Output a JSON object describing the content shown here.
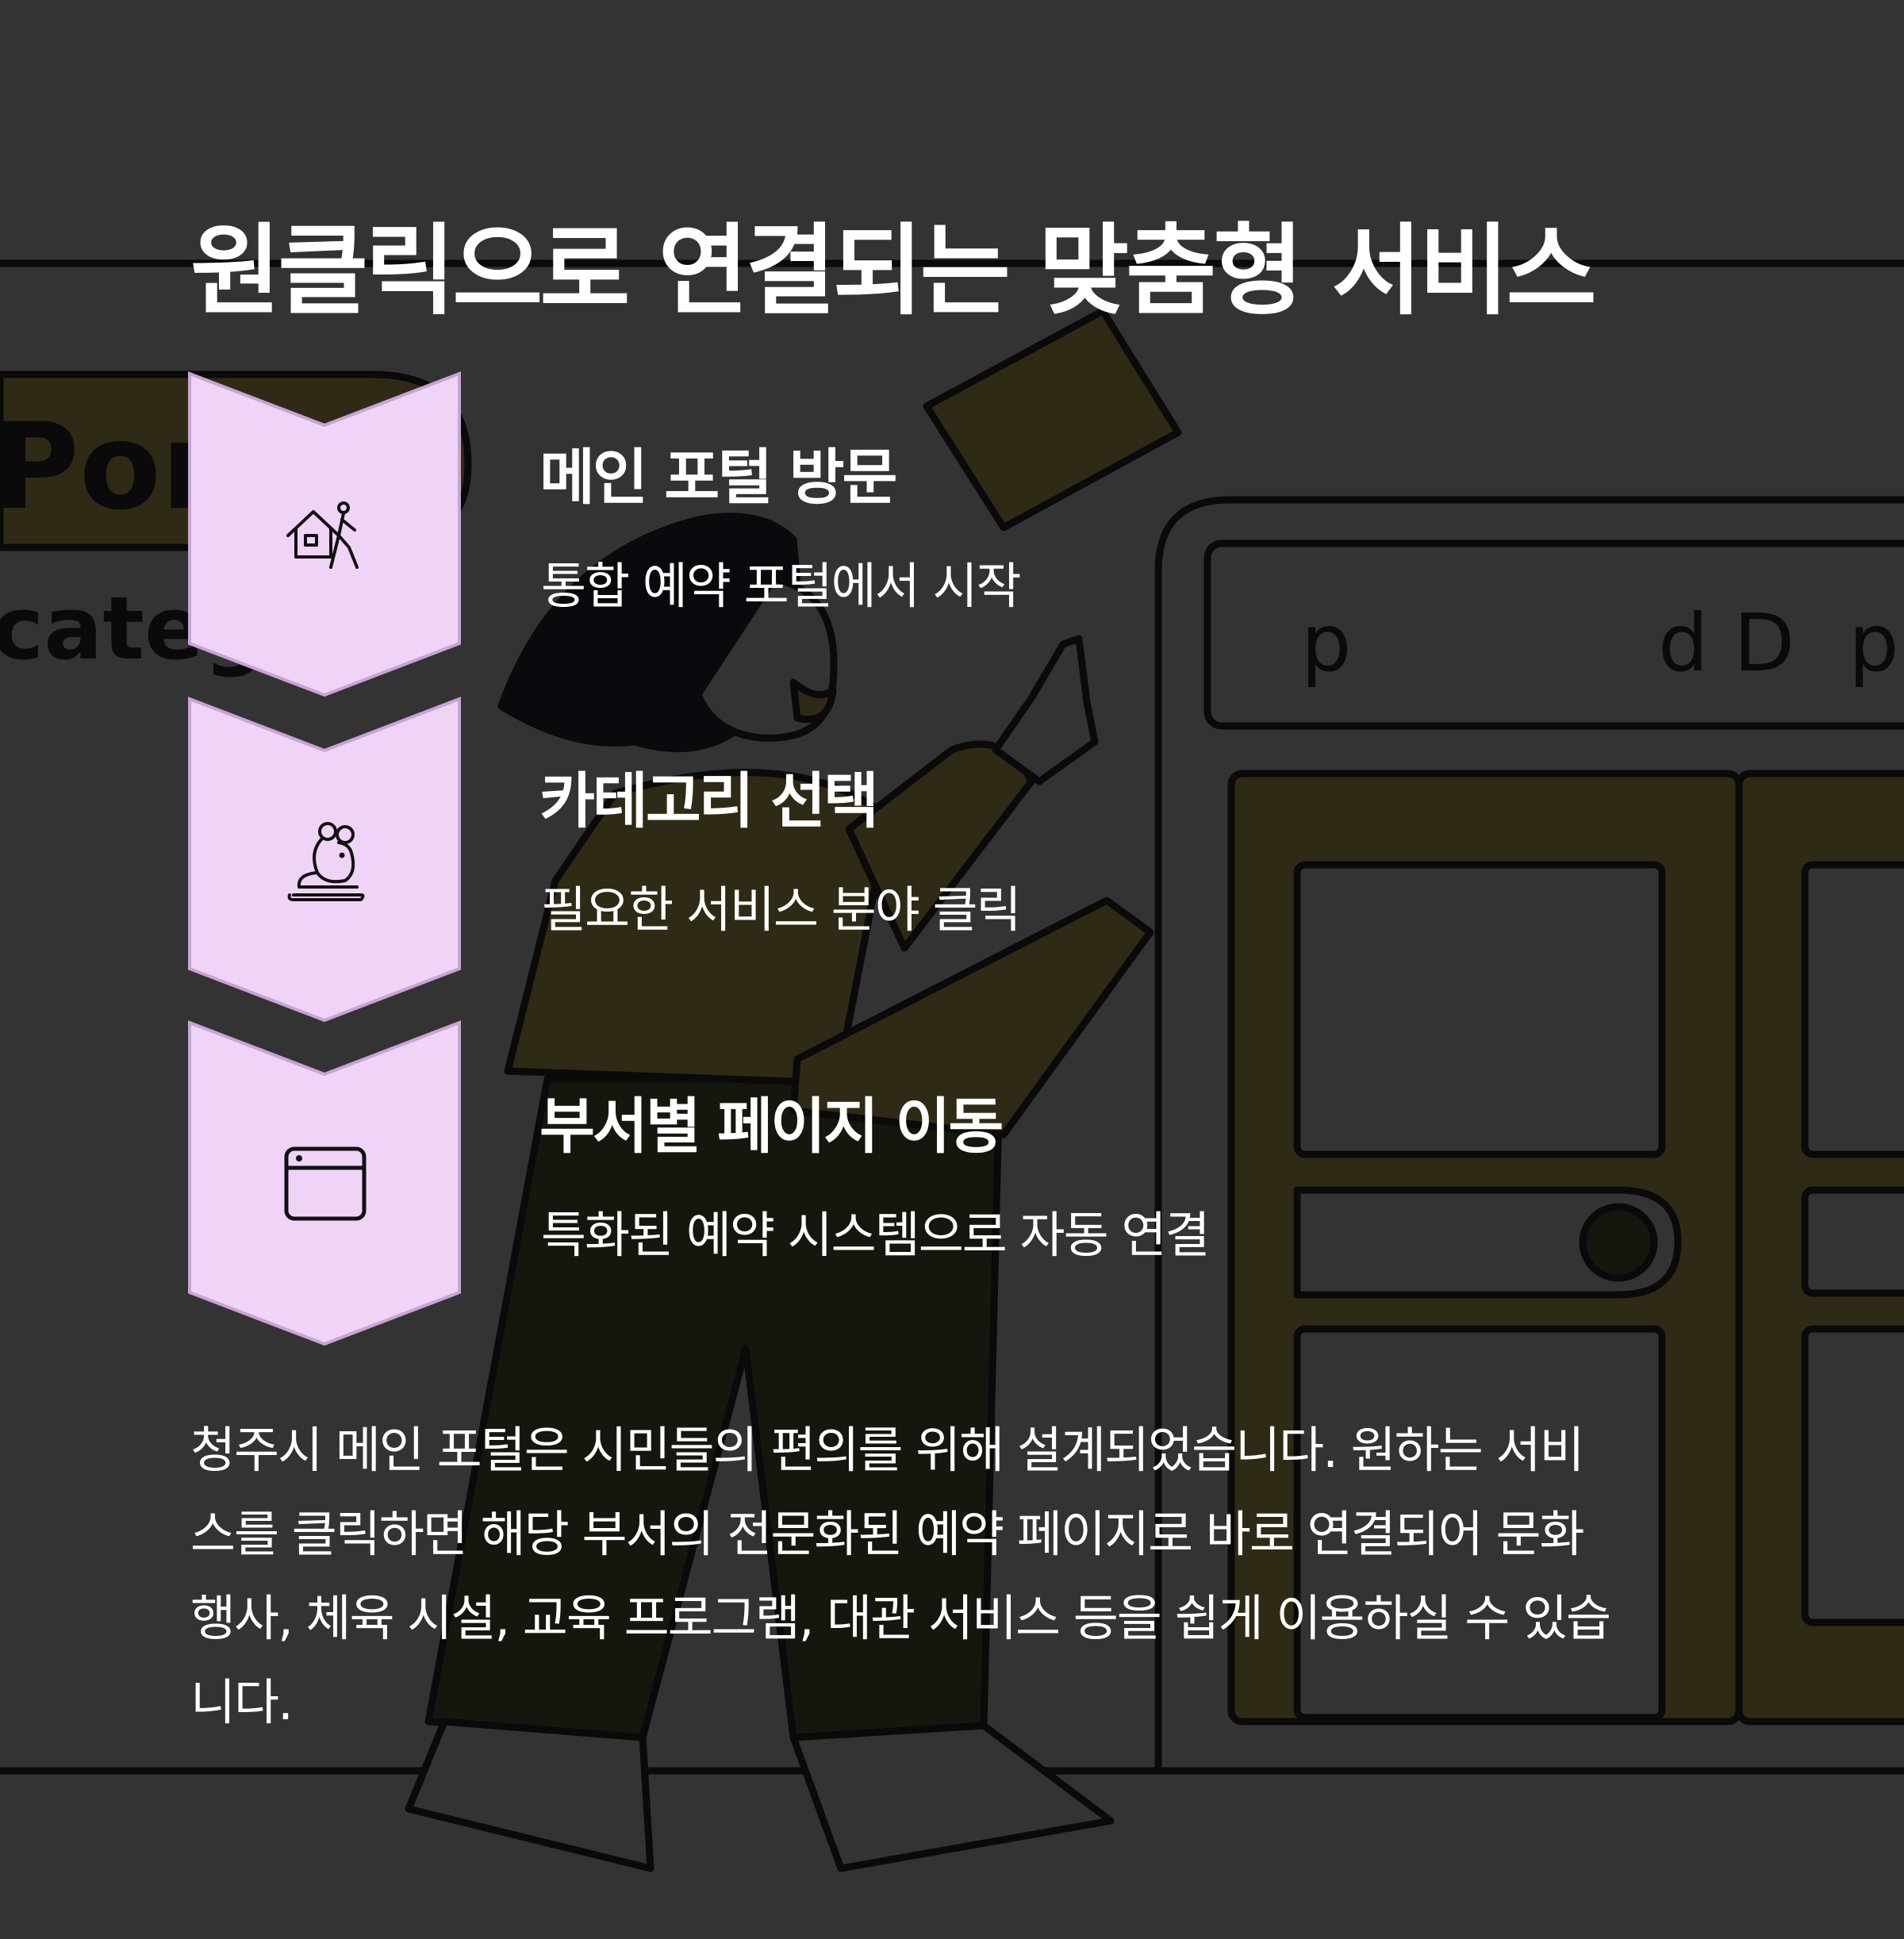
{
  "colors": {
    "background": "#333333",
    "chevron_fill": "#f0d4f7",
    "chevron_edge": "#c9a3d6",
    "illustration_ochre": "#2f2a15",
    "illustration_dark": "#15170f",
    "text": "#ffffff"
  },
  "title": "원클릭으로 연결되는 맞춤형 서비스",
  "illustration": {
    "sign_text_1": "Por",
    "sign_text_2": "categ",
    "screen_text_1": "p",
    "screen_text_2": "d D",
    "screen_text_3": "p"
  },
  "steps": [
    {
      "icon": "house-walker-icon",
      "title": "메인 포털 방문",
      "description": "통합 예약 포털에서 시작"
    },
    {
      "icon": "mouse-animal-icon",
      "title": "카테고리 선택",
      "description": "필요한 서비스 분야 클릭"
    },
    {
      "icon": "browser-window-icon",
      "title": "부서별 페이지 이동",
      "description": "특화된 예약 시스템으로 자동 연결"
    }
  ],
  "body": {
    "lines": [
      "청주시 메인 포털은 시민들의 편의를 위해 설계되었습니다. 원하는 서비",
      "스를 클릭하면 해당 부서의 전문화된 예약 페이지로 바로 연결되어 문화",
      "행사, 체육 시설, 교육 프로그램, 대관 서비스 등을 쉽게 이용하실 수 있습",
      "니다."
    ]
  }
}
